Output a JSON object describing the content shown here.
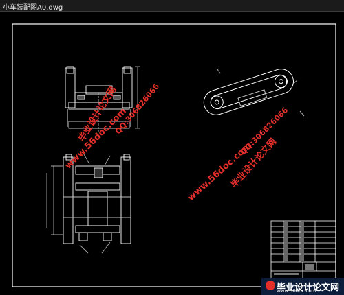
{
  "window": {
    "title": "小车装配图A0.dwg"
  },
  "watermarks": {
    "site_left": "毕业设计论文网",
    "url_left": "www.56doc.com",
    "qq_left": "QQ:306826066",
    "site_right": "毕业设计论文网",
    "url_right": "www.56doc.com",
    "qq_right": "QQ:306826066"
  },
  "logo": {
    "text": "毕业设计论文网",
    "url": "www.56doc.com"
  },
  "colors": {
    "background": "#000000",
    "frame": "#ffffff",
    "watermark": "#e5302a",
    "dimension": "#d8d8d8",
    "logo_bg": "#0b1d3a"
  }
}
